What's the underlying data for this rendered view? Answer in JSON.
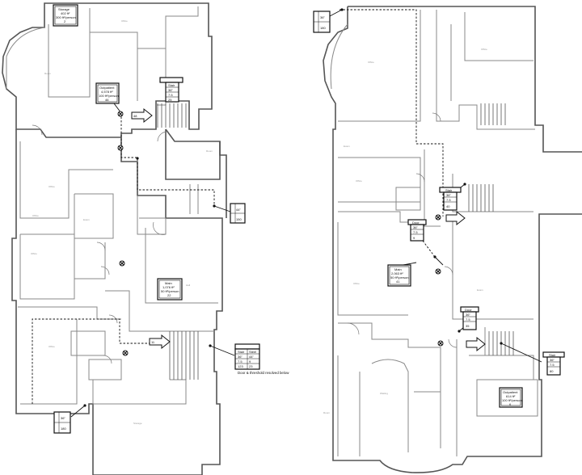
{
  "left_plan": {
    "occupancy_storage": {
      "line1": "Storage",
      "line2": "402 ft²",
      "line3": "300 ft²/person",
      "line4": "2"
    },
    "occupancy_outpatient": {
      "line1": "Outpatient",
      "line2": "4,578 ft²",
      "line3": "100 ft²/person",
      "line4": "46"
    },
    "occupancy_main": {
      "line1": "Main",
      "line2": "1,076 ft²",
      "line3": "50 ft²/person",
      "line4": "22"
    },
    "stair_top": {
      "head": "Stair",
      "r1": "36\"",
      "r2": "7.5",
      "r3": "25"
    },
    "exit_middle": {
      "r1": "44\"",
      "r2": "150"
    },
    "stair_bottom": {
      "c1": [
        "Stair",
        "36\"",
        "7.5",
        "123"
      ],
      "c2": [
        "Steel",
        "44\"",
        "9",
        "23"
      ]
    },
    "exit_bottom": {
      "r1": "36\"",
      "r2": "180"
    },
    "note_bottom": "Door & threshold resolved below",
    "arrow_top": "48",
    "arrow_bottom": "11"
  },
  "right_plan": {
    "exit_topleft": {
      "r1": "36\"",
      "r2": "180"
    },
    "stair_center": {
      "head": "Stair",
      "r1": "36\"",
      "r2": "7.5",
      "r3": "40"
    },
    "door_center": {
      "head": "Door",
      "r1": "36\"",
      "r2": "7.5",
      "r3": "9"
    },
    "occupancy_center": {
      "line1": "Main",
      "line2": "2,063 ft²",
      "line3": "50 ft²/person",
      "line4": "41"
    },
    "door_lower": {
      "head": "Door",
      "r1": "36\"",
      "r2": "7.5",
      "r3": "35"
    },
    "stair_right": {
      "head": "Stair",
      "r1": "36\"",
      "r2": "7.5",
      "r3": "80"
    },
    "occupancy_outpatient": {
      "line1": "Outpatient",
      "line2": "614 ft²",
      "line3": "100 ft²/person",
      "line4": "6"
    }
  },
  "room_labels": [
    "Room",
    "Office",
    "Office",
    "Exam",
    "Office",
    "Office",
    "Hall",
    "Room",
    "Office",
    "Storage",
    "Office",
    "Office",
    "Exam",
    "Office",
    "Office",
    "Exam",
    "Waiting",
    "Room"
  ]
}
